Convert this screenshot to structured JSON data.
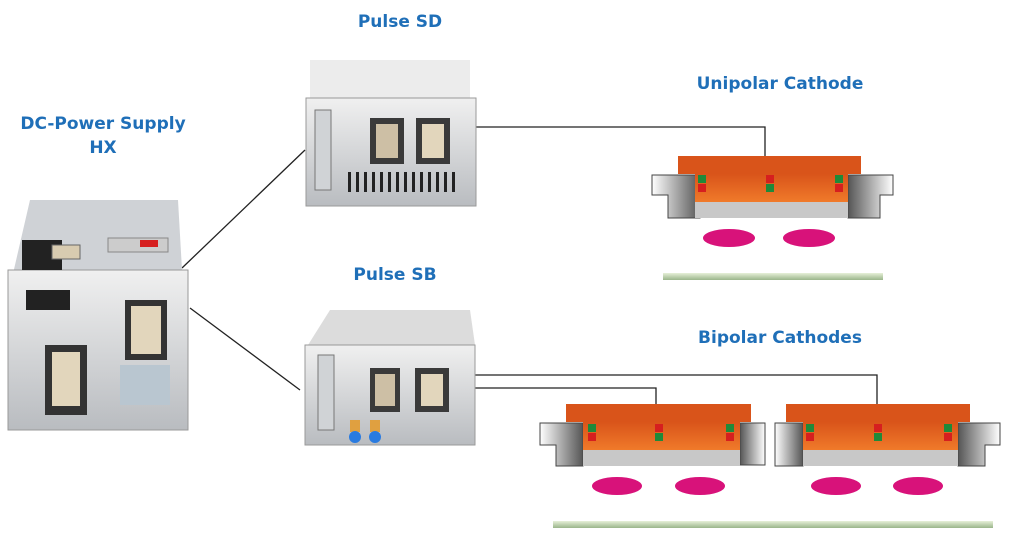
{
  "labels": {
    "dc_power_supply_line1": "DC-Power Supply",
    "dc_power_supply_line2": "HX",
    "pulse_sd": "Pulse SD",
    "pulse_sb": "Pulse SB",
    "unipolar": "Unipolar Cathode",
    "bipolar": "Bipolar Cathodes"
  },
  "colors": {
    "label": "#1f6fb8",
    "cathode_orange": "#e8631e",
    "magenta": "#d8127a",
    "substrate_green": "#cfe3b8",
    "led_green": "#1f8a3a",
    "led_red": "#d61f1f"
  }
}
